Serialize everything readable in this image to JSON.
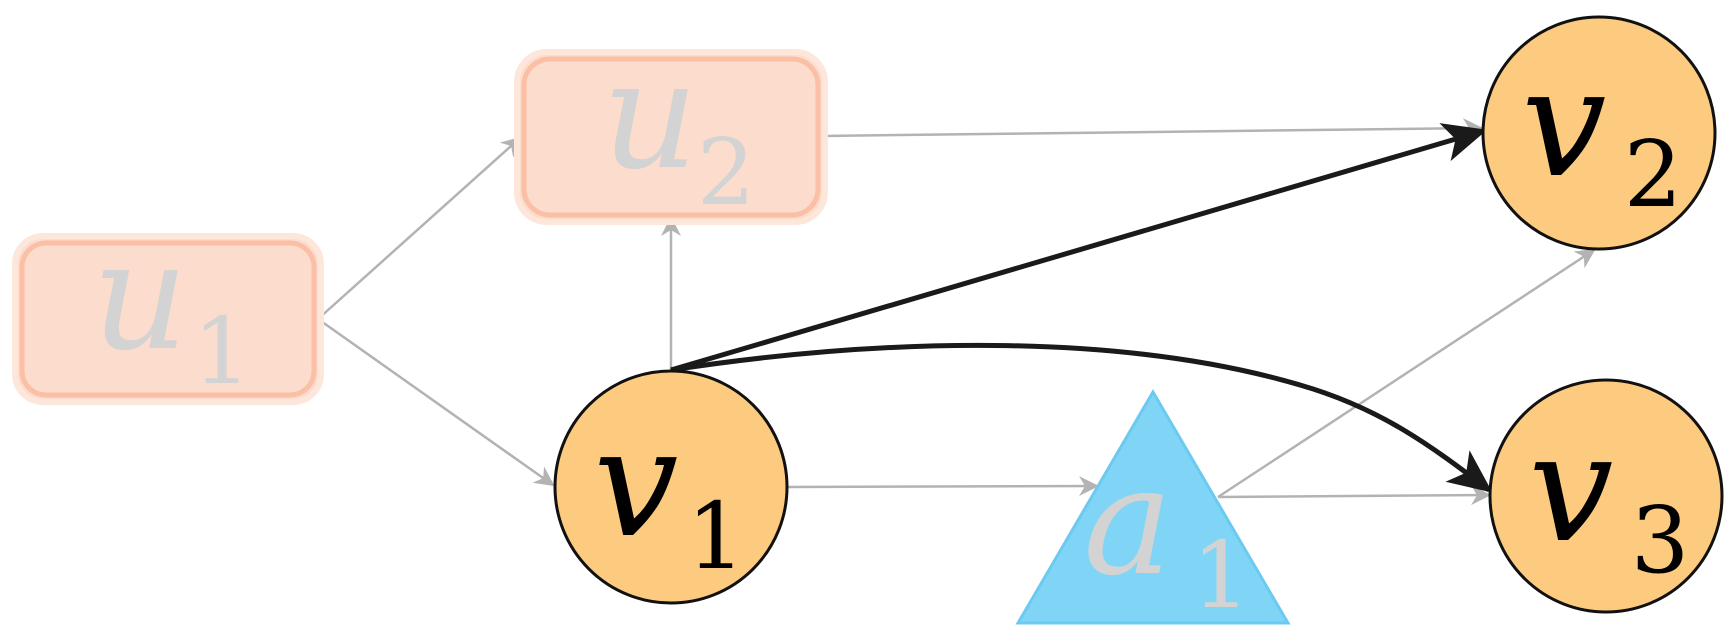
{
  "nodes": {
    "u1": {
      "main": "u",
      "sub": "1"
    },
    "u2": {
      "main": "u",
      "sub": "2"
    },
    "v1": {
      "main": "v",
      "sub": "1"
    },
    "v2": {
      "main": "v",
      "sub": "2"
    },
    "v3": {
      "main": "v",
      "sub": "3"
    },
    "a1": {
      "main": "a",
      "sub": "1"
    }
  },
  "colors": {
    "faded_box_fill": "#fcdccd",
    "faded_box_stroke": "#fbbfa5",
    "faded_text": "#d3d3d3",
    "circle_fill": "#fdcb80",
    "circle_stroke": "#111111",
    "triangle_fill": "#80d5f6",
    "triangle_stroke": "#6ccaf0",
    "faded_edge": "#b3b3b3",
    "bold_edge": "#1a1a1a",
    "dark_text": "#000000"
  },
  "edges": [
    {
      "from": "u1",
      "to": "u2",
      "style": "faded"
    },
    {
      "from": "u1",
      "to": "v1",
      "style": "faded"
    },
    {
      "from": "v1",
      "to": "u2",
      "style": "faded"
    },
    {
      "from": "u2",
      "to": "v2",
      "style": "faded"
    },
    {
      "from": "v1",
      "to": "a1",
      "style": "faded"
    },
    {
      "from": "a1",
      "to": "v2",
      "style": "faded"
    },
    {
      "from": "a1",
      "to": "v3",
      "style": "faded"
    },
    {
      "from": "v1",
      "to": "v2",
      "style": "bold"
    },
    {
      "from": "v1",
      "to": "v3",
      "style": "bold"
    }
  ]
}
